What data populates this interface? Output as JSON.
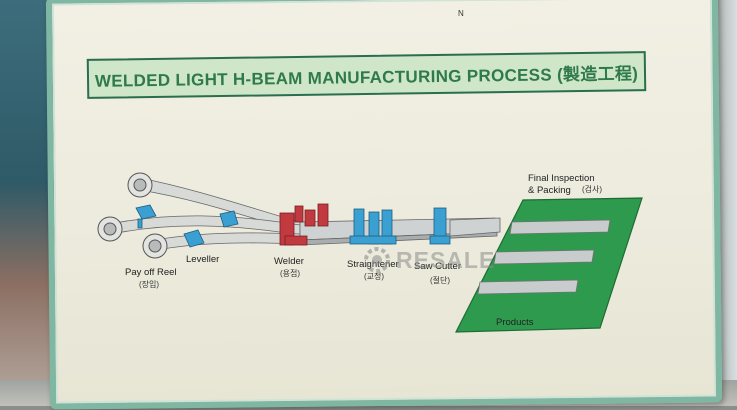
{
  "title": "WELDED LIGHT H-BEAM MANUFACTURING PROCESS (製造工程)",
  "north_mark": "N",
  "stations": {
    "payoff": {
      "name": "Pay off Reel",
      "korean": "(장입)"
    },
    "leveller": {
      "name": "Leveller"
    },
    "welder": {
      "name": "Welder",
      "korean": "(용접)"
    },
    "straightener": {
      "name": "Straightener",
      "korean": "(교정)"
    },
    "saw_cutter": {
      "name": "Saw Cutter",
      "korean": "(절단)"
    },
    "final": {
      "name_line1": "Final Inspection",
      "name_line2": "& Packing",
      "korean": "(검사)"
    },
    "products": {
      "name": "Products"
    }
  },
  "watermark": {
    "text": "RESALE",
    "icon": "gear-logo-icon"
  },
  "colors": {
    "board": "#eeecdf",
    "frame": "#7fb7a3",
    "title_fill": "#cfe6c8",
    "title_text": "#2f7a49",
    "machine_blue": "#3a9fd1",
    "welder_red": "#c03a3f",
    "platform_green": "#2e9a4e",
    "steel": "#c9cccd"
  }
}
